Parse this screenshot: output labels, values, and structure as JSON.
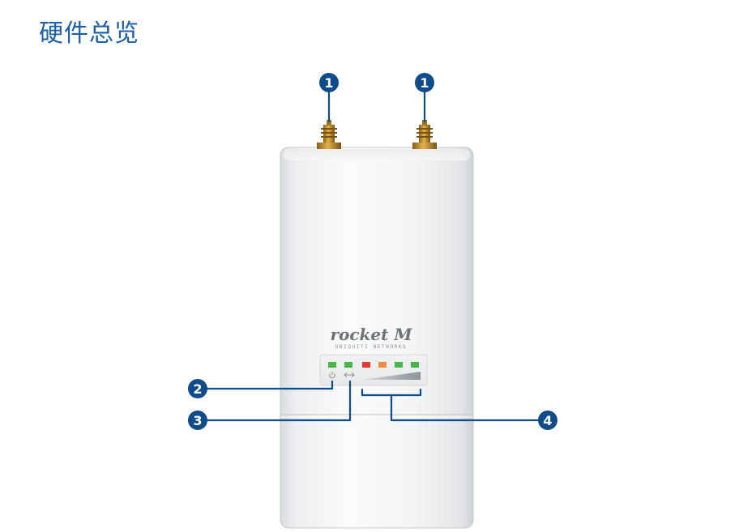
{
  "title": "硬件总览",
  "device": {
    "brand_logo": "rocket M",
    "brand_sub": "UBIQUITI NETWORKS"
  },
  "callouts": [
    {
      "number": "1",
      "target": "antenna-connector-left"
    },
    {
      "number": "1",
      "target": "antenna-connector-right"
    },
    {
      "number": "2",
      "target": "power-led"
    },
    {
      "number": "3",
      "target": "ethernet-led"
    },
    {
      "number": "4",
      "target": "signal-strength-leds"
    }
  ],
  "colors": {
    "title": "#1a5fa8",
    "callout_fill": "#0f4c8a",
    "leader_line": "#0f4c8a",
    "led_green": "#49b649",
    "led_red": "#e63a2e",
    "led_orange": "#f08c3c",
    "connector_gold": "#b8862c"
  },
  "icons": [
    "power-icon",
    "ethernet-arrows-icon",
    "signal-ramp-icon"
  ]
}
